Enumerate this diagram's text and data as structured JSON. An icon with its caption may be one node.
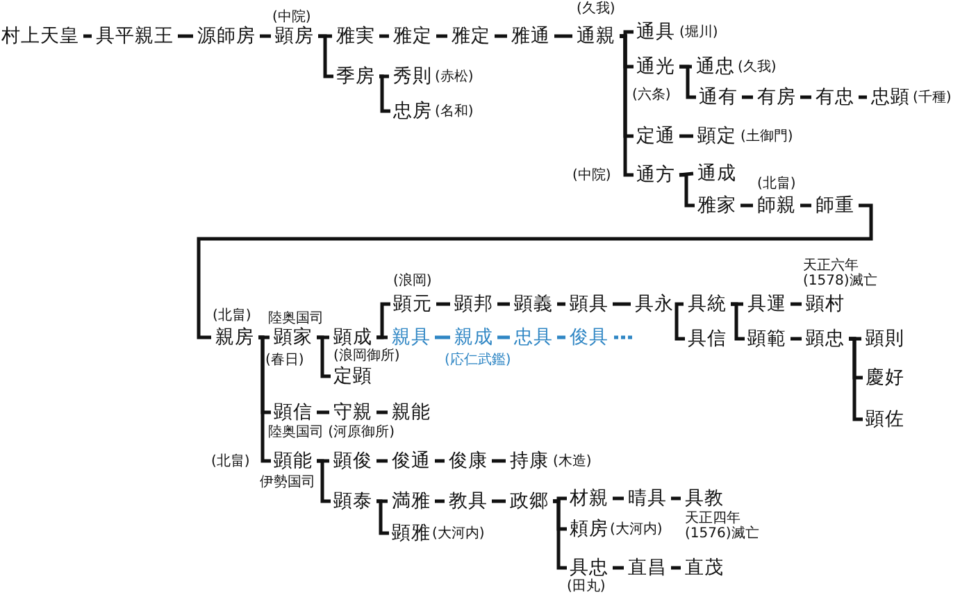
{
  "diagram": {
    "nodes": [
      {
        "text": [
          "村上天皇"
        ]
      },
      {
        "text": [
          "具平親王"
        ]
      },
      {
        "text": [
          "源師房"
        ]
      },
      {
        "text": [
          "顕房"
        ],
        "beside": [
          "(中院)"
        ]
      },
      {
        "text": [
          "雅実"
        ]
      },
      {
        "text": [
          "雅定"
        ]
      },
      {
        "text": [
          "雅定"
        ]
      },
      {
        "text": [
          "雅通"
        ]
      },
      {
        "text": [
          "通親"
        ],
        "beside": [
          "(久我)"
        ]
      },
      {
        "text": [
          "季房"
        ]
      },
      {
        "text": [
          "秀則"
        ],
        "beside": [
          "(赤松)"
        ]
      },
      {
        "text": [
          "忠房"
        ],
        "beside": [
          "(名和)"
        ]
      },
      {
        "text": [
          "通具"
        ],
        "beside": [
          "(堀川)"
        ]
      },
      {
        "text": [
          "通光"
        ],
        "beside": [
          "(六条)"
        ]
      },
      {
        "text": [
          "通忠"
        ],
        "beside": [
          "(久我)"
        ]
      },
      {
        "text": [
          "通有"
        ]
      },
      {
        "text": [
          "有房"
        ]
      },
      {
        "text": [
          "有忠"
        ]
      },
      {
        "text": [
          "忠顕"
        ],
        "beside": [
          "(千種)"
        ]
      },
      {
        "text": [
          "定通"
        ]
      },
      {
        "text": [
          "顕定"
        ],
        "beside": [
          "(土御門)"
        ]
      },
      {
        "text": [
          "通方"
        ],
        "beside": [
          "(中院)"
        ]
      },
      {
        "text": [
          "通成"
        ]
      },
      {
        "text": [
          "雅家"
        ]
      },
      {
        "text": [
          "師親"
        ],
        "beside": [
          "(北畠)"
        ]
      },
      {
        "text": [
          "師重"
        ]
      },
      {
        "text": [
          "親房"
        ],
        "beside": [
          "(北畠)"
        ]
      },
      {
        "text": [
          "顕家"
        ],
        "beside": [
          "陸奥国司",
          "(春日)"
        ]
      },
      {
        "text": [
          "顕成"
        ],
        "beside": [
          "(浪岡御所)"
        ]
      },
      {
        "text": [
          "定顕"
        ]
      },
      {
        "text": [
          "顕元"
        ],
        "beside": [
          "(浪岡)"
        ]
      },
      {
        "text": [
          "顕邦"
        ]
      },
      {
        "text": [
          "顕義"
        ]
      },
      {
        "text": [
          "顕具"
        ]
      },
      {
        "text": [
          "具永"
        ]
      },
      {
        "text": [
          "親具"
        ]
      },
      {
        "text": [
          "親成"
        ],
        "beside": [
          "(応仁武鑑)"
        ]
      },
      {
        "text": [
          "忠具"
        ]
      },
      {
        "text": [
          "俊具"
        ]
      },
      {
        "text": [
          "具統"
        ]
      },
      {
        "text": [
          "具信"
        ]
      },
      {
        "text": [
          "具運"
        ]
      },
      {
        "text": [
          "顕村"
        ],
        "beside": [
          "天正六年 (1578)滅亡"
        ]
      },
      {
        "text": [
          "顕範"
        ]
      },
      {
        "text": [
          "顕忠"
        ]
      },
      {
        "text": [
          "顕則"
        ]
      },
      {
        "text": [
          "慶好"
        ]
      },
      {
        "text": [
          "顕佐"
        ]
      },
      {
        "text": [
          "顕信"
        ],
        "beside": [
          "陸奥国司 (河原御所)"
        ]
      },
      {
        "text": [
          "守親"
        ]
      },
      {
        "text": [
          "親能"
        ]
      },
      {
        "text": [
          "顕能"
        ],
        "beside": [
          "(北畠)",
          "伊勢国司"
        ]
      },
      {
        "text": [
          "顕俊"
        ]
      },
      {
        "text": [
          "俊通"
        ]
      },
      {
        "text": [
          "俊康"
        ]
      },
      {
        "text": [
          "持康"
        ],
        "beside": [
          "(木造)"
        ]
      },
      {
        "text": [
          "顕泰"
        ]
      },
      {
        "text": [
          "満雅"
        ]
      },
      {
        "text": [
          "教具"
        ]
      },
      {
        "text": [
          "政郷"
        ]
      },
      {
        "text": [
          "顕雅"
        ],
        "beside": [
          "(大河内)"
        ]
      },
      {
        "text": [
          "材親"
        ]
      },
      {
        "text": [
          "晴具"
        ]
      },
      {
        "text": [
          "具教"
        ],
        "beside": [
          "天正四年 (1576)滅亡"
        ]
      },
      {
        "text": [
          "頼房"
        ],
        "beside": [
          "(大河内)"
        ]
      },
      {
        "text": [
          "具忠"
        ],
        "beside": [
          "(田丸)"
        ]
      },
      {
        "text": [
          "直昌"
        ]
      },
      {
        "text": [
          "直茂"
        ]
      }
    ],
    "edges": [
      {
        "from": 0,
        "to": 1,
        "arrow": "none"
      },
      {
        "from": 1,
        "to": 2,
        "arrow": "none"
      },
      {
        "from": 2,
        "to": 3,
        "arrow": "none"
      },
      {
        "from": 3,
        "to": 4,
        "arrow": "none"
      },
      {
        "from": 4,
        "to": 5,
        "arrow": "none"
      },
      {
        "from": 5,
        "to": 6,
        "arrow": "none"
      },
      {
        "from": 6,
        "to": 7,
        "arrow": "none"
      },
      {
        "from": 7,
        "to": 8,
        "arrow": "none"
      },
      {
        "from": 3,
        "to": 9,
        "arrow": "none"
      },
      {
        "from": 9,
        "to": 10,
        "arrow": "none"
      },
      {
        "from": 9,
        "to": 11,
        "arrow": "none"
      },
      {
        "from": 8,
        "to": 12,
        "arrow": "none"
      },
      {
        "from": 8,
        "to": 13,
        "arrow": "none"
      },
      {
        "from": 8,
        "to": 19,
        "arrow": "none"
      },
      {
        "from": 8,
        "to": 21,
        "arrow": "none"
      },
      {
        "from": 13,
        "to": 14,
        "arrow": "none"
      },
      {
        "from": 13,
        "to": 15,
        "arrow": "none"
      },
      {
        "from": 15,
        "to": 16,
        "arrow": "none"
      },
      {
        "from": 16,
        "to": 17,
        "arrow": "none"
      },
      {
        "from": 17,
        "to": 18,
        "arrow": "none"
      },
      {
        "from": 19,
        "to": 20,
        "arrow": "none"
      },
      {
        "from": 21,
        "to": 22,
        "arrow": "none"
      },
      {
        "from": 21,
        "to": 23,
        "arrow": "none"
      },
      {
        "from": 23,
        "to": 24,
        "arrow": "none"
      },
      {
        "from": 24,
        "to": 25,
        "arrow": "none"
      },
      {
        "from": 25,
        "to": 26,
        "arrow": "none"
      },
      {
        "from": 26,
        "to": 27,
        "arrow": "none"
      },
      {
        "from": 27,
        "to": 28,
        "arrow": "none"
      },
      {
        "from": 27,
        "to": 29,
        "arrow": "none"
      },
      {
        "from": 28,
        "to": 30,
        "arrow": "none"
      },
      {
        "from": 28,
        "to": 35,
        "arrow": "none"
      },
      {
        "from": 30,
        "to": 31,
        "arrow": "none"
      },
      {
        "from": 31,
        "to": 32,
        "arrow": "none"
      },
      {
        "from": 32,
        "to": 33,
        "arrow": "none"
      },
      {
        "from": 33,
        "to": 34,
        "arrow": "none"
      },
      {
        "from": 34,
        "to": 39,
        "arrow": "none"
      },
      {
        "from": 34,
        "to": 40,
        "arrow": "none"
      },
      {
        "from": 39,
        "to": 41,
        "arrow": "none"
      },
      {
        "from": 39,
        "to": 43,
        "arrow": "none"
      },
      {
        "from": 41,
        "to": 42,
        "arrow": "none"
      },
      {
        "from": 43,
        "to": 44,
        "arrow": "none"
      },
      {
        "from": 44,
        "to": 45,
        "arrow": "none"
      },
      {
        "from": 44,
        "to": 46,
        "arrow": "none"
      },
      {
        "from": 44,
        "to": 47,
        "arrow": "none"
      },
      {
        "from": 35,
        "to": 36,
        "arrow": "none",
        "color": "#2f86c4"
      },
      {
        "from": 36,
        "to": 37,
        "arrow": "none",
        "color": "#2f86c4"
      },
      {
        "from": 37,
        "to": 38,
        "arrow": "none",
        "color": "#2f86c4"
      },
      {
        "from": 38,
        "to": null,
        "arrow": "none",
        "style": "dashed",
        "color": "#2f86c4"
      },
      {
        "from": 26,
        "to": 48,
        "arrow": "none"
      },
      {
        "from": 26,
        "to": 51,
        "arrow": "none"
      },
      {
        "from": 48,
        "to": 49,
        "arrow": "none"
      },
      {
        "from": 49,
        "to": 50,
        "arrow": "none"
      },
      {
        "from": 51,
        "to": 52,
        "arrow": "none"
      },
      {
        "from": 51,
        "to": 56,
        "arrow": "none"
      },
      {
        "from": 52,
        "to": 53,
        "arrow": "none"
      },
      {
        "from": 53,
        "to": 54,
        "arrow": "none"
      },
      {
        "from": 54,
        "to": 55,
        "arrow": "none"
      },
      {
        "from": 56,
        "to": 57,
        "arrow": "none"
      },
      {
        "from": 56,
        "to": 60,
        "arrow": "none"
      },
      {
        "from": 57,
        "to": 58,
        "arrow": "none"
      },
      {
        "from": 58,
        "to": 59,
        "arrow": "none"
      },
      {
        "from": 59,
        "to": 61,
        "arrow": "none"
      },
      {
        "from": 59,
        "to": 64,
        "arrow": "none"
      },
      {
        "from": 59,
        "to": 65,
        "arrow": "none"
      },
      {
        "from": 61,
        "to": 62,
        "arrow": "none"
      },
      {
        "from": 62,
        "to": 63,
        "arrow": "none"
      },
      {
        "from": 65,
        "to": 66,
        "arrow": "none"
      },
      {
        "from": 66,
        "to": 67,
        "arrow": "none"
      }
    ]
  }
}
